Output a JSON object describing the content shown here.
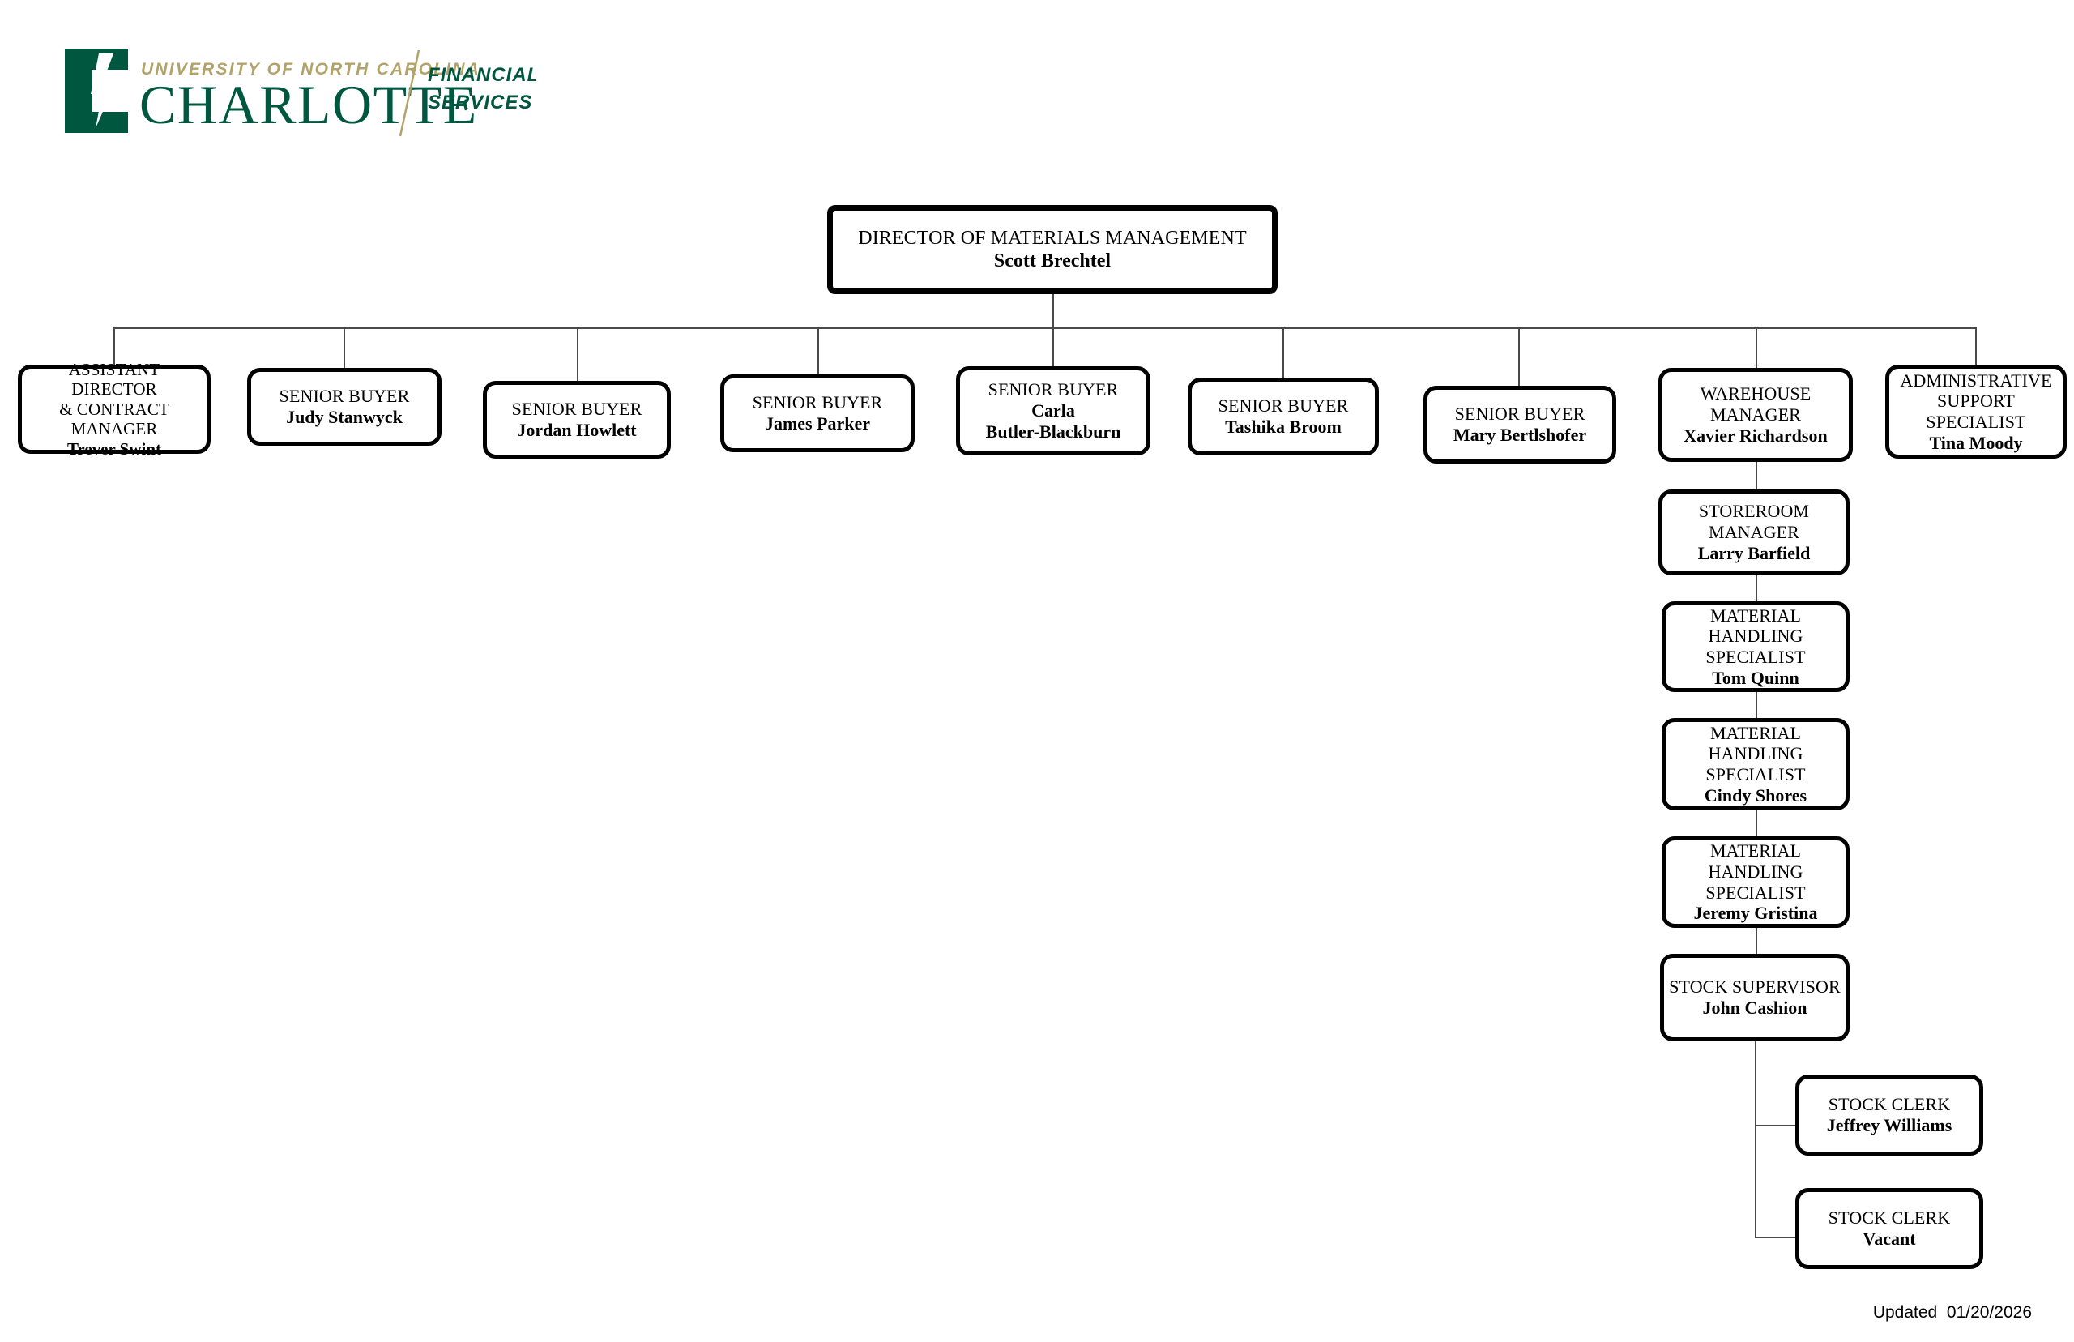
{
  "brand": {
    "university_line": "UNIVERSITY OF NORTH CAROLINA",
    "wordmark": "CHARLOTTE",
    "unit_line_1": "FINANCIAL",
    "unit_line_2": "SERVICES",
    "green": "#00573f",
    "gold": "#b3a369"
  },
  "chart": {
    "root": {
      "title": "DIRECTOR OF MATERIALS MANAGEMENT",
      "name": "Scott Brechtel"
    },
    "direct_reports": [
      {
        "title": "ASSISTANT DIRECTOR\n& CONTRACT\nMANAGER",
        "name": "Trever Swint"
      },
      {
        "title": "SENIOR BUYER",
        "name": "Judy Stanwyck"
      },
      {
        "title": "SENIOR BUYER",
        "name": "Jordan Howlett"
      },
      {
        "title": "SENIOR BUYER",
        "name": "James Parker"
      },
      {
        "title": "SENIOR BUYER",
        "name": "Carla\nButler-Blackburn"
      },
      {
        "title": "SENIOR BUYER",
        "name": "Tashika  Broom"
      },
      {
        "title": "SENIOR BUYER",
        "name": "Mary Bertlshofer"
      },
      {
        "title": "WAREHOUSE\nMANAGER",
        "name": "Xavier Richardson"
      },
      {
        "title": "ADMINISTRATIVE\nSUPPORT\nSPECIALIST",
        "name": "Tina Moody"
      }
    ],
    "warehouse_chain": [
      {
        "title": "STOREROOM\nMANAGER",
        "name": "Larry Barfield"
      },
      {
        "title": "MATERIAL\nHANDLING\nSPECIALIST",
        "name": "Tom Quinn"
      },
      {
        "title": "MATERIAL\nHANDLING\nSPECIALIST",
        "name": "Cindy Shores"
      },
      {
        "title": "MATERIAL\nHANDLING\nSPECIALIST",
        "name": "Jeremy Gristina"
      },
      {
        "title": "STOCK SUPERVISOR",
        "name": "John Cashion"
      }
    ],
    "stock_clerks": [
      {
        "title": "STOCK CLERK",
        "name": "Jeffrey Williams"
      },
      {
        "title": "STOCK CLERK",
        "name": "Vacant"
      }
    ]
  },
  "footer": {
    "updated": "Updated  01/20/2026"
  }
}
